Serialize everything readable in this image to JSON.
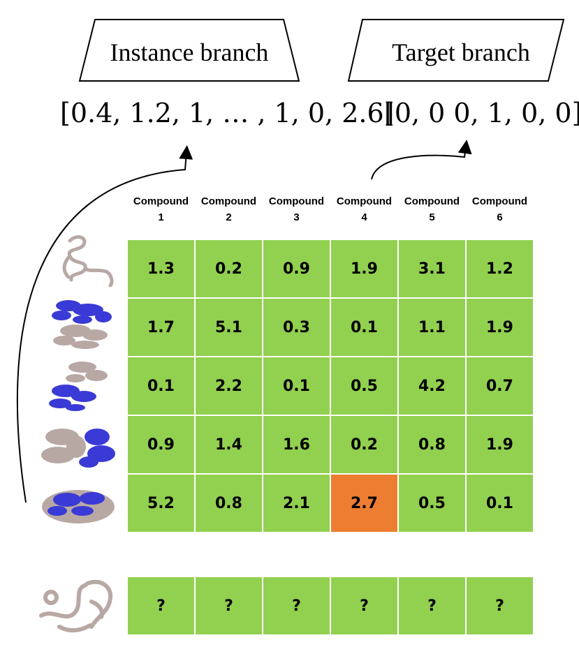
{
  "instance_branch": {
    "label": "Instance branch",
    "vector": "[0.4, 1.2, 1, … , 1, 0, 2.6]"
  },
  "target_branch": {
    "label": "Target branch",
    "vector": "[0, 0 0, 1, 0, 0]"
  },
  "columns": [
    {
      "line1": "Compound",
      "line2": "1"
    },
    {
      "line1": "Compound",
      "line2": "2"
    },
    {
      "line1": "Compound",
      "line2": "3"
    },
    {
      "line1": "Compound",
      "line2": "4"
    },
    {
      "line1": "Compound",
      "line2": "5"
    },
    {
      "line1": "Compound",
      "line2": "6"
    }
  ],
  "matrix": [
    [
      "1.3",
      "0.2",
      "0.9",
      "1.9",
      "3.1",
      "1.2"
    ],
    [
      "1.7",
      "5.1",
      "0.3",
      "0.1",
      "1.1",
      "1.9"
    ],
    [
      "0.1",
      "2.2",
      "0.1",
      "0.5",
      "4.2",
      "0.7"
    ],
    [
      "0.9",
      "1.4",
      "1.6",
      "0.2",
      "0.8",
      "1.9"
    ],
    [
      "5.2",
      "0.8",
      "2.1",
      "2.7",
      "0.5",
      "0.1"
    ]
  ],
  "highlight": {
    "row": 4,
    "col": 3
  },
  "query_row": [
    "?",
    "?",
    "?",
    "?",
    "?",
    "?"
  ],
  "colors": {
    "cell": "#92d050",
    "highlight": "#ed7d31",
    "protein_blue": "#3a3ad6",
    "protein_tan": "#b8a8a4"
  },
  "icons": [
    "protein-structure-1",
    "protein-structure-2",
    "protein-structure-3",
    "protein-structure-4",
    "protein-structure-5",
    "protein-structure-query"
  ]
}
